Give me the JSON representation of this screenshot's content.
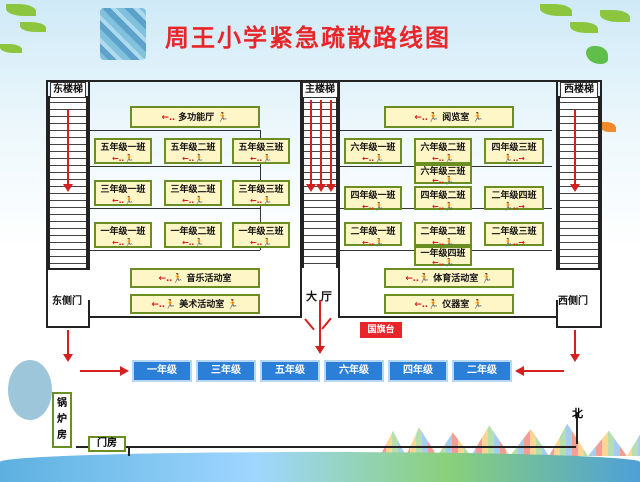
{
  "title": "周王小学紧急疏散路线图",
  "stairs": {
    "east": "东楼梯",
    "main": "主楼梯",
    "west": "西楼梯"
  },
  "side_doors": {
    "east": "东侧门",
    "west": "西侧门"
  },
  "hall": "大 厅",
  "flag_stage": "国旗台",
  "boiler_room": "锅炉房",
  "gatehouse": "门房",
  "north": "北",
  "left_rooms": {
    "top": "多功能厅",
    "row1": [
      "五年级一班",
      "五年级二班",
      "五年级三班"
    ],
    "row2": [
      "三年级一班",
      "三年级二班",
      "三年级三班"
    ],
    "row3": [
      "一年级一班",
      "一年级二班",
      "一年级三班"
    ],
    "music": "音乐活动室",
    "art": "美术活动室"
  },
  "right_rooms": {
    "top": "阅览室",
    "row1": [
      "六年级一班",
      "六年级二班",
      "四年级三班"
    ],
    "row1b": "六年级三班",
    "row2": [
      "四年级一班",
      "四年级二班",
      "二年级四班"
    ],
    "row3": [
      "二年级一班",
      "二年级二班",
      "二年级三班"
    ],
    "row3b": "一年级四班",
    "pe": "体育活动室",
    "equipment": "仪器室"
  },
  "assembly": [
    "一年级",
    "三年级",
    "五年级",
    "六年级",
    "四年级",
    "二年级"
  ],
  "colors": {
    "title": "#e8262a",
    "route": "#d62020",
    "room_fill": "#fff6c8",
    "room_border": "#6b8e23",
    "assembly": "#2b7fd6"
  }
}
